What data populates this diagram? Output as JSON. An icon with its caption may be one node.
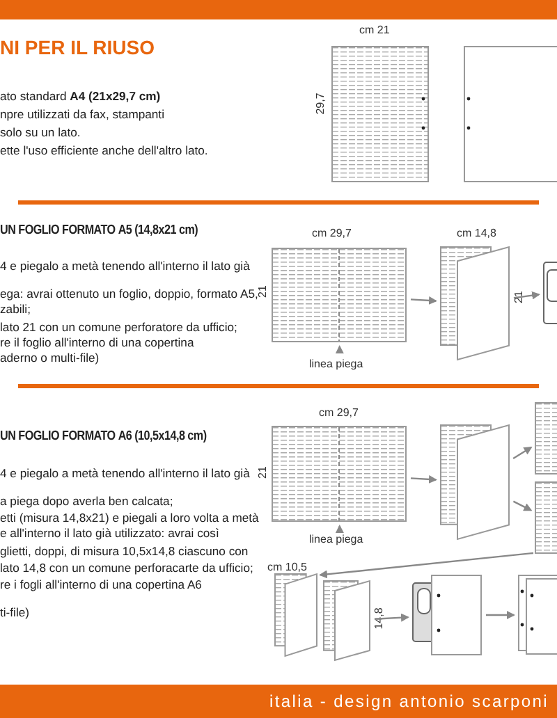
{
  "diagram": {
    "title": "NI PER IL RIUSO",
    "nodes": [
      {
        "text": [],
        "shape": "picture"
      },
      {
        "text": [
          "linea piega"
        ]
      },
      {
        "text": [],
        "shape": "box"
      },
      {
        "text": [],
        "shape": "picture"
      },
      {
        "text": [],
        "shape": "picture"
      },
      {
        "text": [
          "linea piega"
        ]
      },
      {
        "text": [],
        "shape": "box"
      },
      {
        "text": [],
        "shape": "box"
      },
      {
        "text": [],
        "shape": "box"
      },
      {
        "text": [],
        "shape": "box"
      },
      {
        "text": [],
        "shape": "box"
      },
      {
        "text": [],
        "shape": "picture"
      },
      {
        "text": [],
        "shape": "picture"
      }
    ],
    "edges": [
      {
        "from": 1,
        "to": 0,
        "arrow": "to"
      },
      {
        "from": 0,
        "to": 2,
        "arrow": "to"
      },
      {
        "from": 2,
        "to": 3,
        "arrow": "to"
      },
      {
        "from": 5,
        "to": 4,
        "arrow": "to"
      },
      {
        "from": 4,
        "to": 6,
        "arrow": "to"
      },
      {
        "from": 6,
        "to": 7,
        "arrow": "to"
      },
      {
        "from": 6,
        "to": 8,
        "arrow": "to"
      },
      {
        "from": 8,
        "to": 9,
        "arrow": "to"
      },
      {
        "from": 10,
        "to": 11,
        "arrow": "to"
      },
      {
        "from": 11,
        "to": 12,
        "arrow": "to"
      }
    ],
    "labels": [
      "ato standard **A4 (21x29,7 cm)**",
      "npre utilizzati da fax, stampanti",
      "solo su un lato.",
      "ette l'uso efficiente anche dell'altro lato.",
      "cm 21",
      "29,7",
      "UN FOGLIO FORMATO **A5 (14,8x21 cm)**",
      "4 e piegalo a metà tenendo all'interno il lato già",
      "ega: avrai ottenuto un foglio, doppio, formato A5,",
      "zabili;",
      "lato 21 con un comune perforatore da ufficio;",
      "re il foglio all'interno di una copertina",
      "aderno o multi-file)",
      "cm 29,7",
      "21",
      "cm 14,8",
      "21",
      "UN FOGLIO FORMATO **A6 (10,5x14,8 cm)**",
      "4 e piegalo a metà tenendo all'interno il lato già",
      "a piega dopo averla ben calcata;",
      "etti (misura 14,8x21) e piegali a loro volta a metà",
      "e all'interno il lato già utilizzato: avrai così",
      "glietti, doppi, di misura 10,5x14,8  ciascuno con",
      "lato 14,8 con un comune perforacarte da ufficio;",
      "re i fogli all'interno di una copertina A6",
      "ti-file)",
      "cm 29,7",
      "21",
      "cm 10,5",
      "14,8",
      "italia - design antonio scarponi"
    ]
  }
}
